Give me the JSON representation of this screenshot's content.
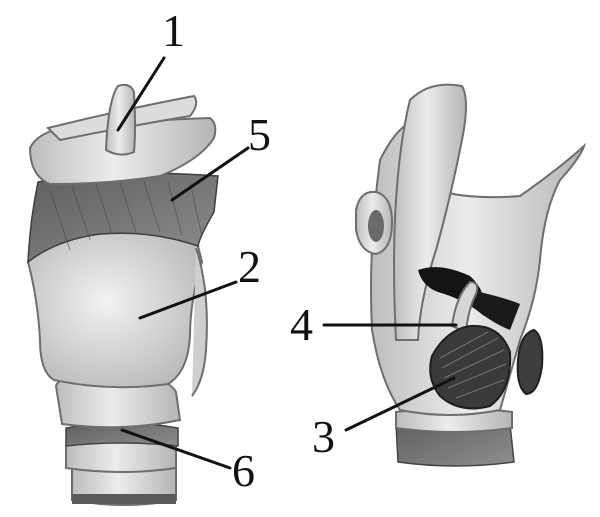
{
  "labels": [
    {
      "id": "1",
      "text": "1"
    },
    {
      "id": "2",
      "text": "2"
    },
    {
      "id": "3",
      "text": "3"
    },
    {
      "id": "4",
      "text": "4"
    },
    {
      "id": "5",
      "text": "5"
    },
    {
      "id": "6",
      "text": "6"
    }
  ],
  "colors": {
    "cartilage_light": "#e6e6e6",
    "cartilage_mid": "#c9c9c9",
    "muscle": "#7a7a7a",
    "dark": "#1e1e1e",
    "ink": "#111111"
  }
}
